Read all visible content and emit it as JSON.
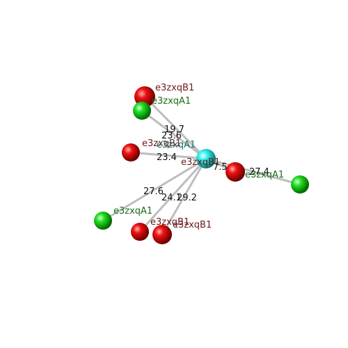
{
  "colors": {
    "background": "#ffffff",
    "center_atom": "#00e5e5",
    "chain_a_atom": "#00d000",
    "chain_b_atom": "#e00000",
    "chain_a_label": "#1a6b1a",
    "chain_b_label": "#6b1a1a",
    "center_label": "#1a6b6b",
    "distance_label": "#111111",
    "bond": "#b8b8b8"
  },
  "center": {
    "label": "e3zxqA1"
  },
  "neighbors": [
    {
      "label": "e3zxqB1",
      "chain": "B",
      "distance": "19.7"
    },
    {
      "label": "e3zxqA1",
      "chain": "A",
      "distance": "23.6"
    },
    {
      "label": "e3zxqB1",
      "chain": "B",
      "distance": "23.4"
    },
    {
      "label": "e3zxqB1",
      "chain": "B",
      "distance": "7.5"
    },
    {
      "label": "e3zxqA1",
      "chain": "A",
      "distance": "27.4"
    },
    {
      "label": "e3zxqA1",
      "chain": "A",
      "distance": "27.6"
    },
    {
      "label": "e3zxqB1",
      "chain": "B",
      "distance": "24.1"
    },
    {
      "label": "e3zxqB1",
      "chain": "B",
      "distance": "29.2"
    }
  ],
  "extra_label": "e3zxqB1"
}
